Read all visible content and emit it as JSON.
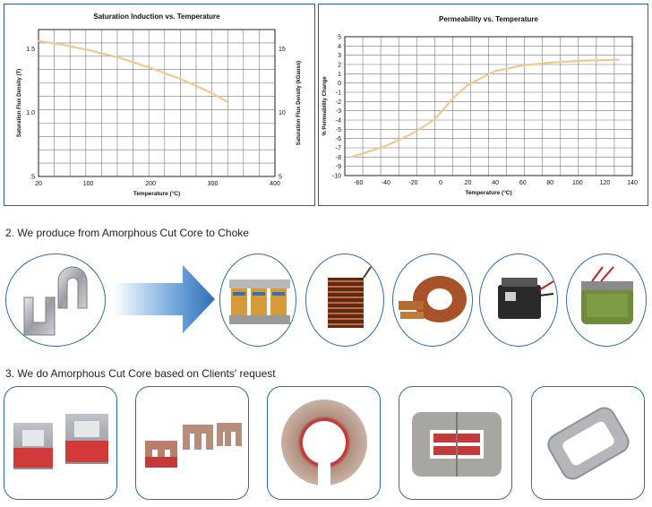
{
  "chart_data": [
    {
      "type": "line",
      "title": "Saturation Induction vs. Temperature",
      "xlabel": "Temperature (°C)",
      "ylabel": "Saturation Flux Density (T)",
      "ylabel_right": "Saturation Flux Density (kGauss)",
      "xlim": [
        20,
        400
      ],
      "ylim": [
        0.5,
        1.65
      ],
      "x_ticks": [
        "20",
        "100",
        "200",
        "300",
        "400"
      ],
      "x_tick_values": [
        20,
        100,
        200,
        300,
        400
      ],
      "y_ticks": [
        ".5",
        "1.0",
        "1.5"
      ],
      "y_tick_values": [
        0.5,
        1.0,
        1.5
      ],
      "y_ticks_right": [
        "5",
        "10",
        "15"
      ],
      "grid": true,
      "line_color": "#f0c890",
      "series": [
        {
          "x": [
            20,
            60,
            100,
            150,
            200,
            250,
            300,
            325
          ],
          "y": [
            1.56,
            1.53,
            1.49,
            1.43,
            1.35,
            1.26,
            1.15,
            1.08
          ]
        }
      ]
    },
    {
      "type": "line",
      "title": "Permeability vs. Temperature",
      "xlabel": "Temperature (°C)",
      "ylabel": "% Permeability Change",
      "xlim": [
        -70,
        140
      ],
      "ylim": [
        -10,
        5
      ],
      "x_ticks": [
        "-60",
        "-40",
        "-20",
        "0",
        "20",
        "40",
        "60",
        "80",
        "100",
        "120",
        "140"
      ],
      "x_tick_values": [
        -60,
        -40,
        -20,
        0,
        20,
        40,
        60,
        80,
        100,
        120,
        140
      ],
      "y_ticks": [
        "5",
        "4",
        "3",
        "2",
        "1",
        "0",
        "-1",
        "-2",
        "-3",
        "-4",
        "-5",
        "-6",
        "-7",
        "-8",
        "-9",
        "-10"
      ],
      "y_tick_values": [
        5,
        4,
        3,
        2,
        1,
        0,
        -1,
        -2,
        -3,
        -4,
        -5,
        -6,
        -7,
        -8,
        -9,
        -10
      ],
      "grid": true,
      "line_color": "#f0c890",
      "series": [
        {
          "x": [
            -65,
            -40,
            -20,
            -5,
            0,
            10,
            20,
            40,
            60,
            80,
            100,
            130
          ],
          "y": [
            -8.0,
            -6.8,
            -5.4,
            -4.0,
            -3.2,
            -1.5,
            -0.2,
            1.3,
            1.9,
            2.2,
            2.4,
            2.5
          ]
        }
      ]
    }
  ],
  "sections": {
    "choke": {
      "heading": "2. We produce from Amorphous Cut Core to Choke"
    },
    "request": {
      "heading": "3. We do Amorphous Cut Core based on Clients' request"
    }
  },
  "colors": {
    "frame_border": "#2d5a9e",
    "card_border": "#2e6aa8",
    "arrow": "#3f7fc4",
    "curve": "#f0c890"
  },
  "images": {
    "choke_row": [
      "cut-core-pair-image",
      "three-phase-reactor-image",
      "wound-coil-image",
      "toroid-choke-image",
      "black-inductor-image",
      "green-choke-image"
    ],
    "request_row": [
      "c-core-pair-image",
      "e-core-set-image",
      "split-ring-core-image",
      "cut-frame-core-image",
      "rectangular-core-image"
    ]
  }
}
